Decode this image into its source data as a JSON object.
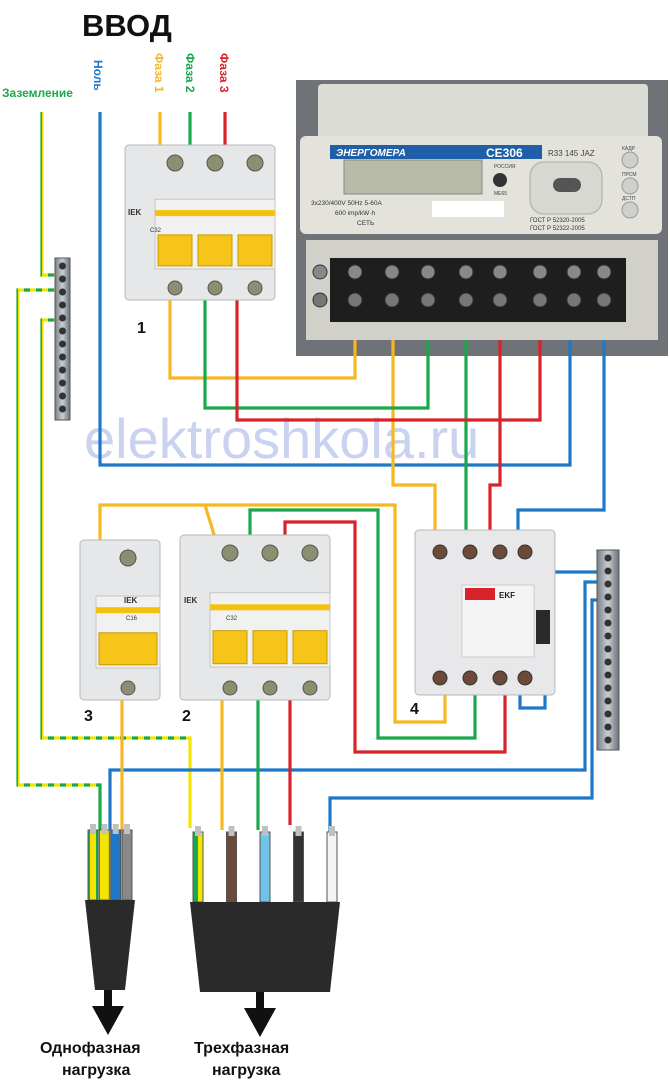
{
  "title": "ВВОД",
  "input_labels": {
    "ground": "Заземление",
    "neutral": "Ноль",
    "phase1": "Фаза 1",
    "phase2": "Фаза 2",
    "phase3": "Фаза 3"
  },
  "colors": {
    "ground_yellow": "#f2e600",
    "ground_green": "#1aa84a",
    "neutral": "#1e78c8",
    "phase1": "#f5b820",
    "phase2": "#1aa84a",
    "phase3": "#d8232a",
    "watermark": "#c9d3ef"
  },
  "meter": {
    "brand": "ЭНЕРГОМЕРА",
    "model": "CE306",
    "serial": "R33 145 JAZ",
    "specs": "3x230/400V  50Hz  5-60A",
    "imp": "600 imp/kW·h",
    "network": "СЕТЬ",
    "gost1": "ГОСТ Р 52320-2005",
    "gost2": "ГОСТ Р 52322-2005",
    "country": "РОССИЯ",
    "cert": "ME65",
    "btn1": "КАДР",
    "btn2": "ПРСМ",
    "btn3": "ДСТП"
  },
  "devices": {
    "breaker1": {
      "number": "1",
      "brand": "IEK",
      "rating": "C32"
    },
    "breaker2": {
      "number": "2",
      "brand": "IEK",
      "rating": "C32"
    },
    "breaker3": {
      "number": "3",
      "brand": "IEK",
      "rating": "C16"
    },
    "rcd4": {
      "number": "4",
      "brand": "EKF"
    }
  },
  "watermark": "elektroshkola.ru",
  "outputs": {
    "single_phase": [
      "Однофазная",
      "нагрузка"
    ],
    "three_phase": [
      "Трехфазная",
      "нагрузка"
    ]
  }
}
